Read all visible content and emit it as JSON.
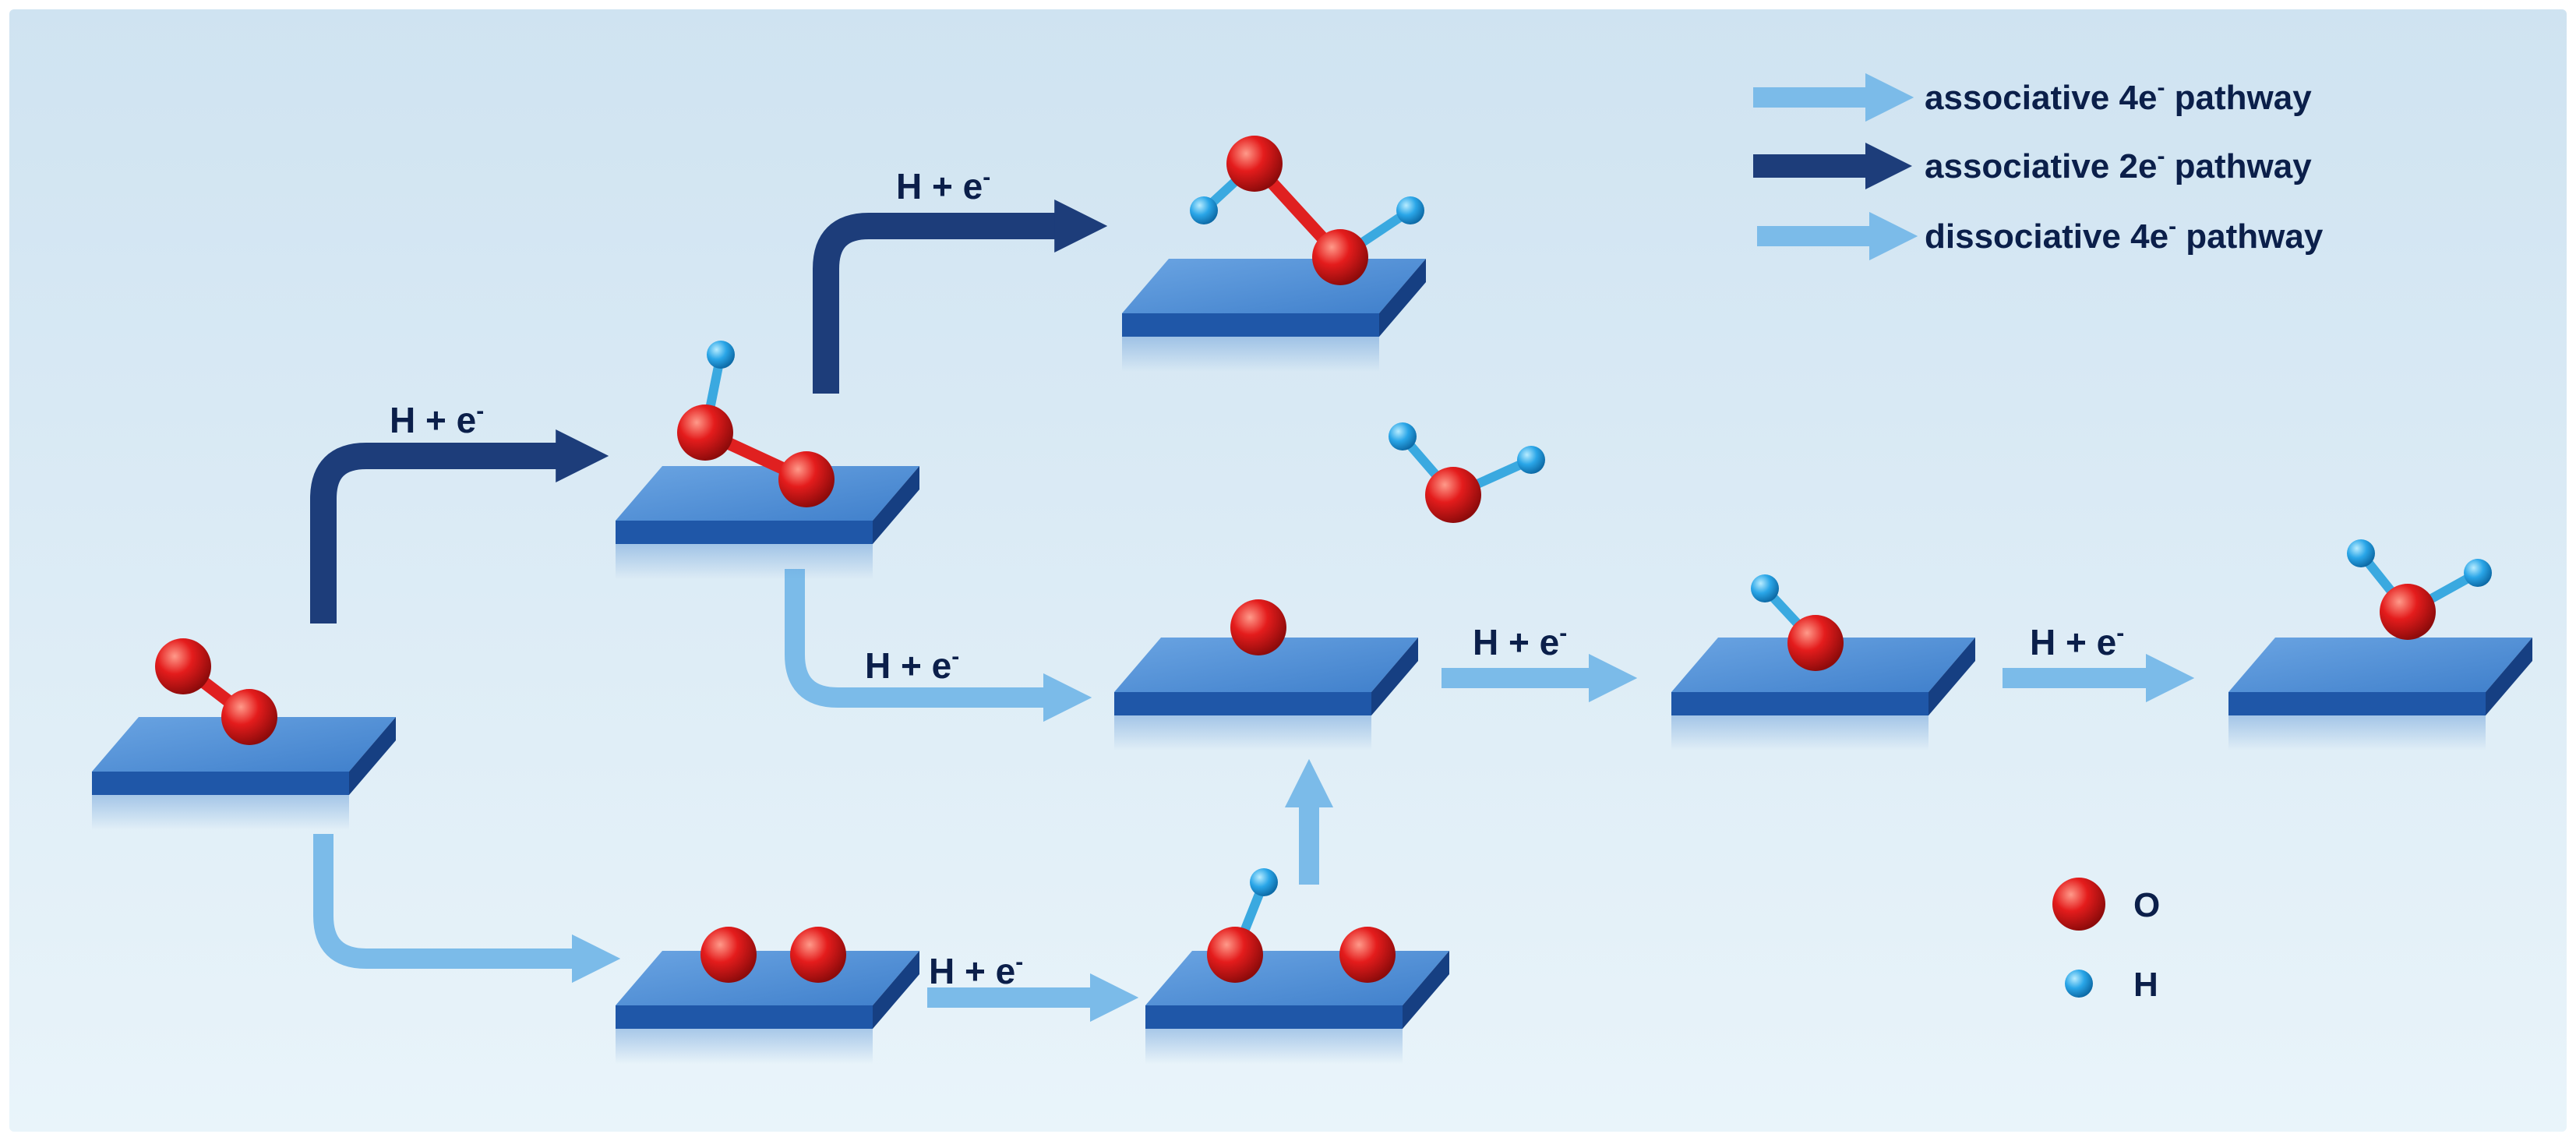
{
  "colors": {
    "background_top": "#cfe3f1",
    "background_bottom": "#e8f3fa",
    "surface_top": "#4f8ed6",
    "surface_front": "#1f57a8",
    "surface_side": "#163f82",
    "light_arrow": "#7bbbe9",
    "dark_arrow": "#1d3d7a",
    "oxygen": "#e41c1c",
    "hydrogen": "#2aa6e8",
    "bond_oxygen": "#e02020",
    "bond_hydrogen": "#3aa9e0",
    "text": "#0b1f4a"
  },
  "step_label": "H + e",
  "step_label_sup": "-",
  "legend": {
    "pathways": [
      {
        "icon": "light-arrow-icon",
        "text": "associative 4e",
        "sup": "-",
        "suffix": " pathway"
      },
      {
        "icon": "dark-arrow-icon",
        "text": "associative 2e",
        "sup": "-",
        "suffix": " pathway"
      },
      {
        "icon": "light-arrow-icon",
        "text": "dissociative 4e",
        "sup": "-",
        "suffix": " pathway"
      }
    ],
    "atoms": [
      {
        "icon": "oxygen-atom-icon",
        "label": "O"
      },
      {
        "icon": "hydrogen-atom-icon",
        "label": "H"
      }
    ]
  }
}
